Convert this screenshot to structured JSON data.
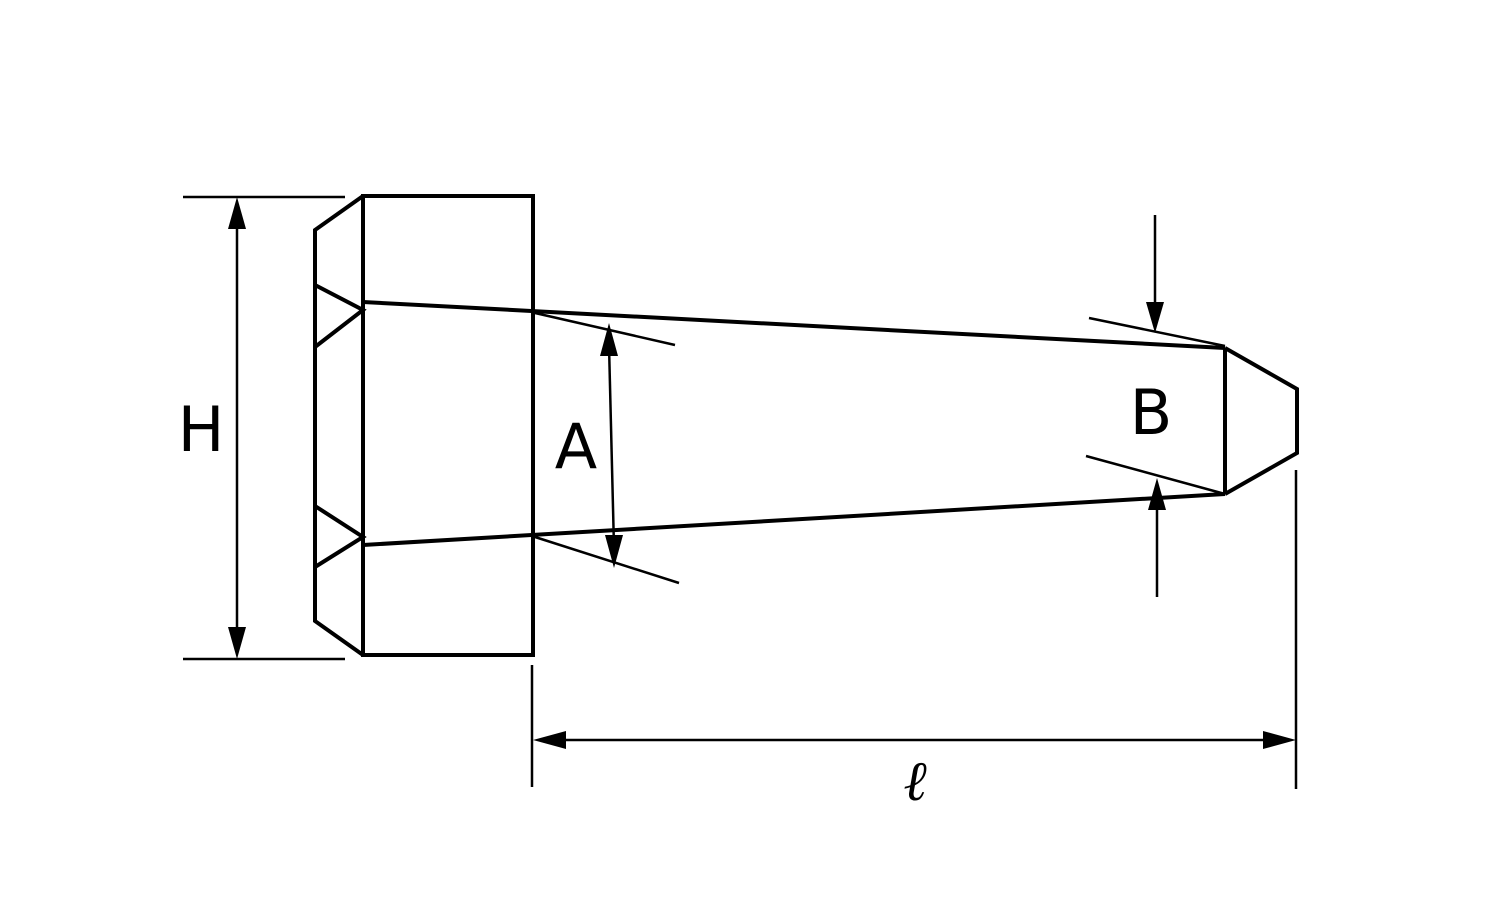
{
  "labels": {
    "H": "H",
    "A": "A",
    "B": "B",
    "l": "ℓ"
  },
  "colors": {
    "background": "#ffffff",
    "line": "#000000"
  }
}
